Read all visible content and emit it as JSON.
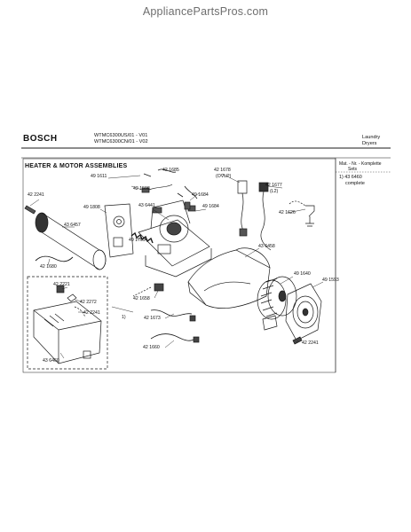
{
  "watermark": "AppliancePartsPros.com",
  "header": {
    "brand": "BOSCH",
    "model_line_1": "WTMC6300US/01 - V01",
    "model_line_2": "WTMC6300CN/01 - V02",
    "category_line_1": "Laundry",
    "category_line_2": "Dryers"
  },
  "section_title": "HEATER & MOTOR ASSEMBLIES",
  "side_panel": {
    "header_line_1": "Mat. - Nr. - Komplette",
    "header_line_2": "Sets",
    "kit_number": "1) 43 6460",
    "kit_label": "complete"
  },
  "parts": {
    "p_491611": "49 1611",
    "p_421685": "42 1685",
    "p_421598": "42 1598",
    "p_421678": "42 1678",
    "p_ovlp": "(OVLP)",
    "p_421677": "42 1677",
    "p_l2": "(L2)",
    "p_422241_a": "42 2241",
    "p_491808": "49 1808",
    "p_436441": "43 6441",
    "p_491684_a": "49 1684",
    "p_491684_b": "49 1684",
    "p_421626": "42 1626",
    "p_436457": "43 6457",
    "p_491709": "49 1709",
    "p_436458": "43 6458",
    "p_421680": "42 1680",
    "p_491640": "49 1640",
    "p_491593": "49 1593",
    "p_422221": "42 2221",
    "p_422272": "42 2272",
    "p_422241_b": "42 2241",
    "p_note1": "1)",
    "p_421658": "42 1658",
    "p_421673": "42 1673",
    "p_421660": "42 1660",
    "p_436460": "43 6460",
    "p_422241_c": "42 2241"
  }
}
